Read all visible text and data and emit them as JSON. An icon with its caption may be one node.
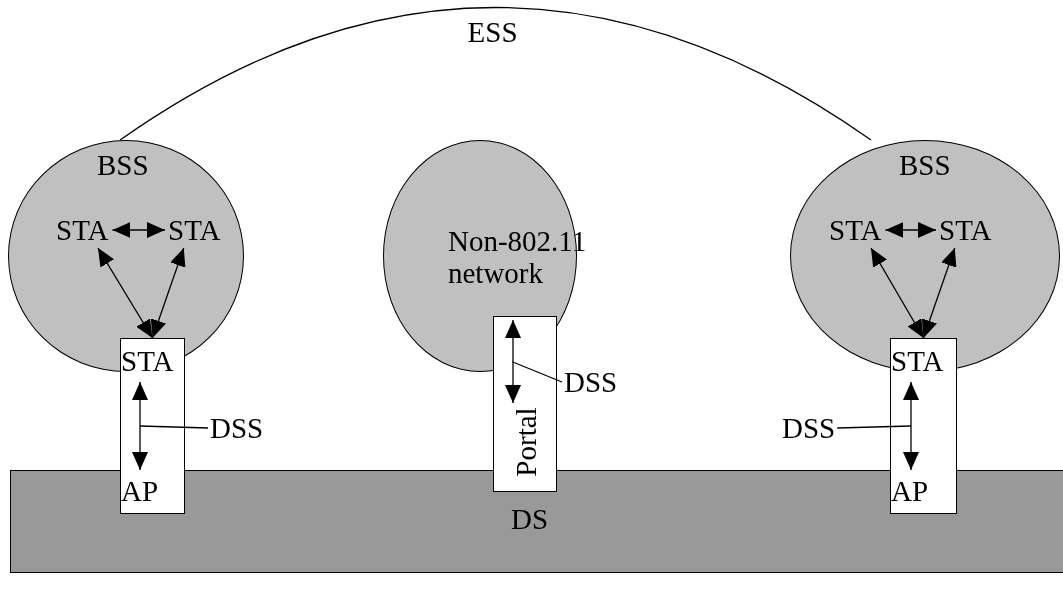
{
  "diagram": {
    "nodes": [
      {
        "text": [
          "BSS"
        ]
      },
      {
        "text": [
          "STA"
        ],
        "in": 0
      },
      {
        "text": [
          "STA"
        ],
        "in": 0
      },
      {
        "text": [
          "STA",
          "AP"
        ]
      },
      {
        "text": [
          "DSS"
        ]
      },
      {
        "text": [
          "Non-802.11 network"
        ]
      },
      {
        "text": [
          "Portal"
        ]
      },
      {
        "text": [
          "DSS"
        ]
      },
      {
        "text": [
          "BSS"
        ]
      },
      {
        "text": [
          "STA"
        ],
        "in": 8
      },
      {
        "text": [
          "STA"
        ],
        "in": 8
      },
      {
        "text": [
          "STA",
          "AP"
        ]
      },
      {
        "text": [
          "DSS"
        ]
      },
      {
        "text": [
          "DS"
        ]
      }
    ],
    "edges": [
      {
        "from": 0,
        "to": 8,
        "arrow": "none",
        "label": "ESS"
      },
      {
        "from": 1,
        "to": 2,
        "arrow": "both"
      },
      {
        "from": 3,
        "to": 1,
        "arrow": "both"
      },
      {
        "from": 3,
        "to": 2,
        "arrow": "both"
      },
      {
        "from": 4,
        "to": 3,
        "arrow": "none"
      },
      {
        "from": 7,
        "to": 6,
        "arrow": "none"
      },
      {
        "from": 9,
        "to": 10,
        "arrow": "both"
      },
      {
        "from": 11,
        "to": 9,
        "arrow": "both"
      },
      {
        "from": 11,
        "to": 10,
        "arrow": "both"
      },
      {
        "from": 12,
        "to": 11,
        "arrow": "none"
      }
    ]
  }
}
